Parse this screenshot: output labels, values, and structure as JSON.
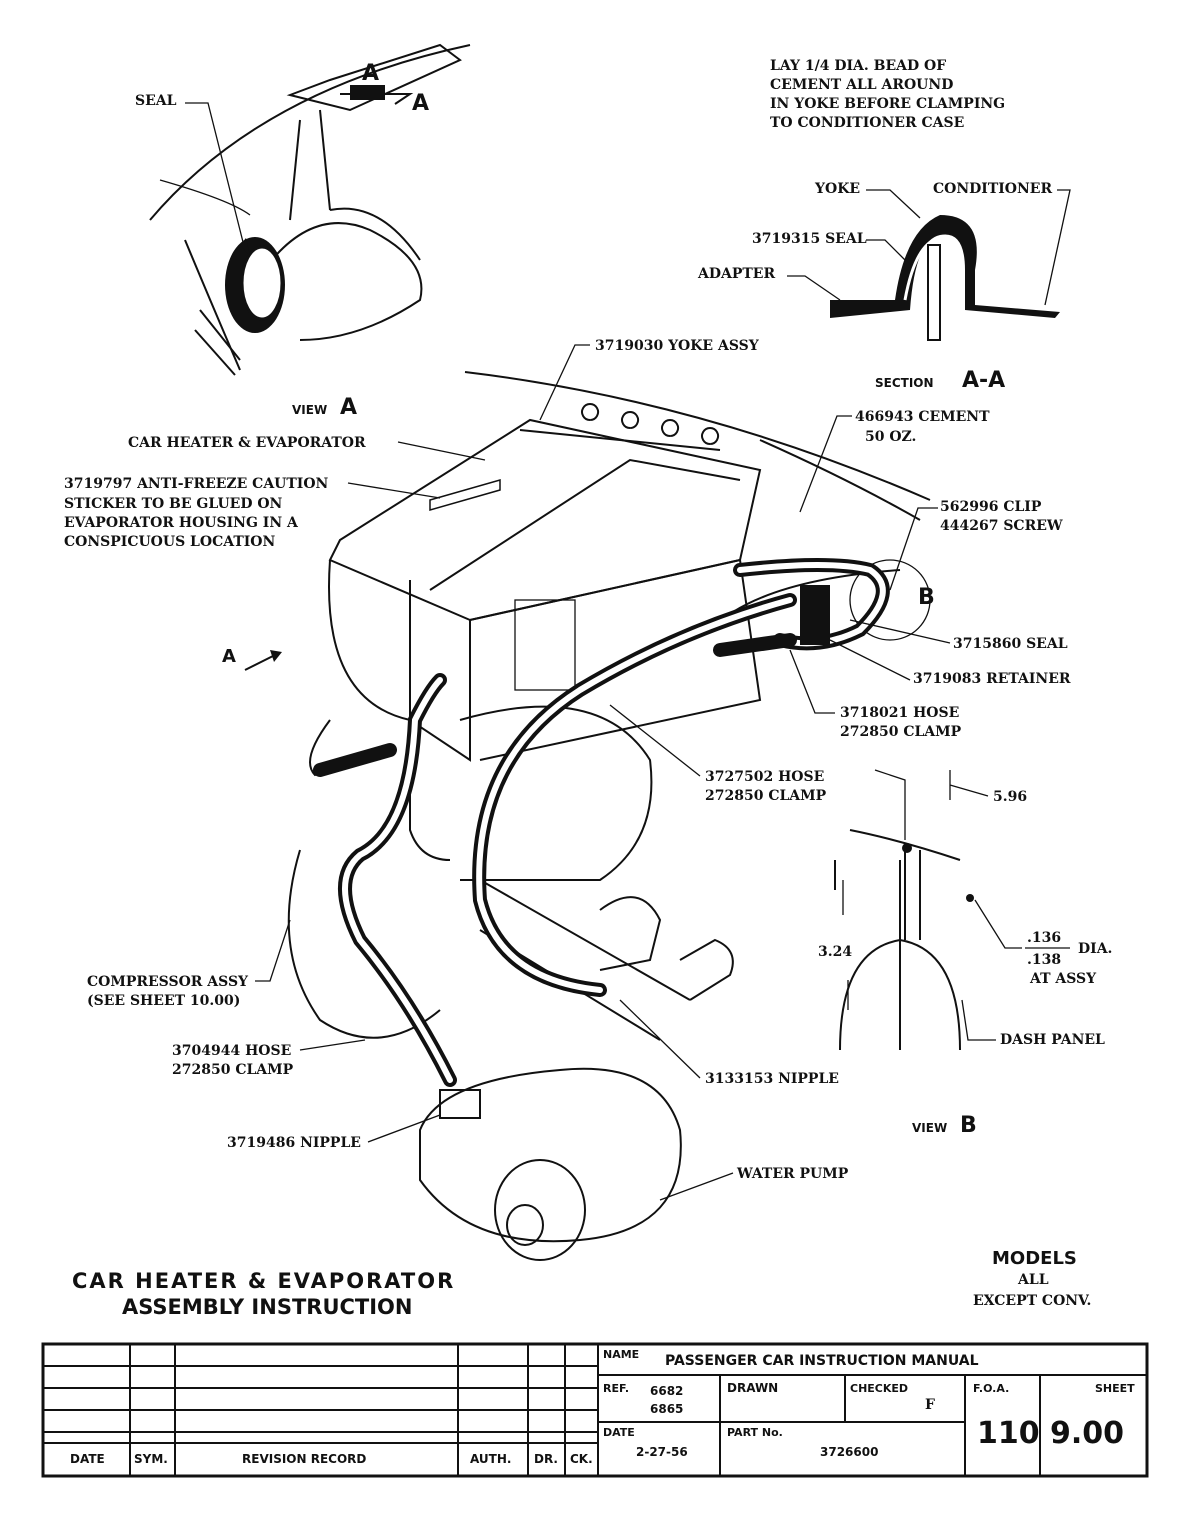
{
  "view_a": {
    "seal": "SEAL",
    "marker_a": "A",
    "title_prefix": "VIEW",
    "title_letter": "A"
  },
  "note": [
    "LAY 1/4 DIA. BEAD OF",
    "CEMENT ALL AROUND",
    "IN YOKE BEFORE CLAMPING",
    "TO CONDITIONER CASE"
  ],
  "section": {
    "yoke": "YOKE",
    "conditioner": "CONDITIONER",
    "seal": "3719315 SEAL",
    "adapter": "ADAPTER",
    "title_prefix": "SECTION",
    "title_letter": "A-A"
  },
  "callouts": {
    "yoke_assy": "3719030 YOKE ASSY",
    "car_heater": "CAR HEATER & EVAPORATOR",
    "sticker": [
      "3719797 ANTI-FREEZE CAUTION",
      "STICKER TO BE GLUED ON",
      "EVAPORATOR HOUSING IN A",
      "CONSPICUOUS LOCATION"
    ],
    "cement": [
      "466943 CEMENT",
      "50 OZ."
    ],
    "clip": [
      "562996 CLIP",
      "444267 SCREW"
    ],
    "b_marker": "B",
    "seal": "3715860 SEAL",
    "retainer": "3719083 RETAINER",
    "hose_3718021": [
      "3718021 HOSE",
      "272850 CLAMP"
    ],
    "a_arrow": "A",
    "hose_3727502": [
      "3727502 HOSE",
      "272850  CLAMP"
    ],
    "compressor": [
      "COMPRESSOR ASSY",
      "(SEE SHEET 10.00)"
    ],
    "hose_3704944": [
      "3704944 HOSE",
      "272850 CLAMP"
    ],
    "nipple_3133153": "3133153 NIPPLE",
    "nipple_3719486": "3719486 NIPPLE",
    "water_pump": "WATER PUMP"
  },
  "view_b": {
    "dim_596": "5.96",
    "dim_324": "3.24",
    "dia": [
      ".136",
      ".138",
      "DIA.",
      "AT ASSY"
    ],
    "dash_panel": "DASH PANEL",
    "title_prefix": "VIEW",
    "title_letter": "B"
  },
  "title": [
    "CAR HEATER & EVAPORATOR",
    "ASSEMBLY  INSTRUCTION"
  ],
  "models": [
    "MODELS",
    "ALL",
    "EXCEPT CONV."
  ],
  "title_block": {
    "revision_headers": [
      "DATE",
      "SYM.",
      "REVISION RECORD",
      "AUTH.",
      "DR.",
      "CK."
    ],
    "name_label": "NAME",
    "name_value": "PASSENGER CAR INSTRUCTION MANUAL",
    "ref_label": "REF.",
    "ref_values": [
      "6682",
      "6865"
    ],
    "drawn_label": "DRAWN",
    "checked_label": "CHECKED",
    "checked_value": "F",
    "foa_label": "F.O.A.",
    "foa_value": "110",
    "sheet_label": "SHEET",
    "sheet_value": "9.00",
    "date_label": "DATE",
    "date_value": "2-27-56",
    "part_label": "PART No.",
    "part_value": "3726600"
  }
}
